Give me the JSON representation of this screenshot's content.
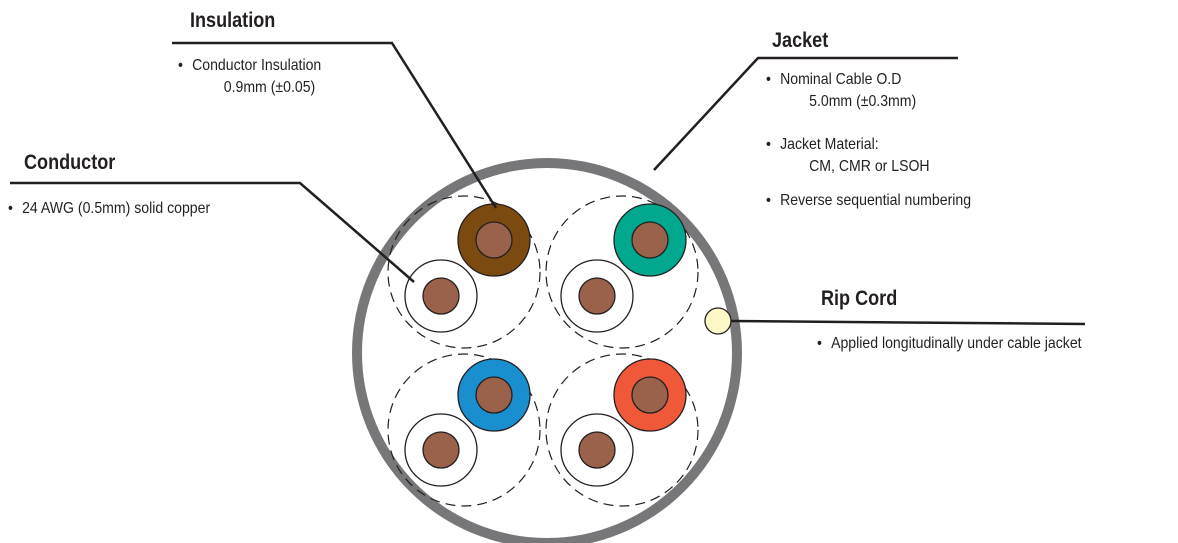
{
  "colors": {
    "jacket": "#77777a",
    "conductor": "#9a624a",
    "pair_brown": "#7b4a10",
    "pair_green": "#00a88e",
    "pair_blue": "#1a8fd0",
    "pair_orange": "#f0583a",
    "rip_cord": "#fcf8c8",
    "line": "#231f20"
  },
  "callouts": {
    "insulation": {
      "title": "Insulation",
      "items": [
        {
          "bullet": "•",
          "line1": "Conductor Insulation",
          "line2": "0.9mm (±0.05)"
        }
      ]
    },
    "conductor": {
      "title": "Conductor",
      "items": [
        {
          "bullet": "•",
          "line1": "24 AWG (0.5mm) solid copper"
        }
      ]
    },
    "jacket": {
      "title": "Jacket",
      "items": [
        {
          "bullet": "•",
          "line1": "Nominal Cable O.D",
          "line2": "5.0mm (±0.3mm)"
        },
        {
          "bullet": "•",
          "line1": "Jacket Material:",
          "line2": "CM, CMR or LSOH"
        },
        {
          "bullet": "•",
          "line1": "Reverse sequential numbering"
        }
      ]
    },
    "rip_cord": {
      "title": "Rip Cord",
      "items": [
        {
          "bullet": "•",
          "line1": "Applied longitudinally under cable jacket"
        }
      ]
    }
  },
  "pairs": [
    {
      "name": "brown",
      "color_key": "pair_brown"
    },
    {
      "name": "green",
      "color_key": "pair_green"
    },
    {
      "name": "blue",
      "color_key": "pair_blue"
    },
    {
      "name": "orange",
      "color_key": "pair_orange"
    }
  ]
}
